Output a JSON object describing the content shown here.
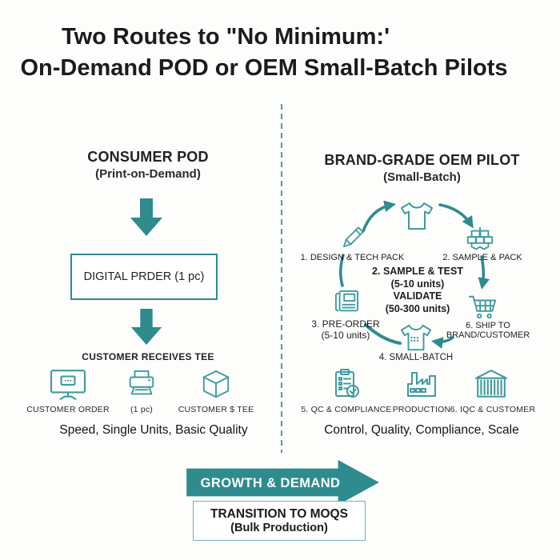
{
  "title": {
    "line1": "Two Routes to \"No Minimum:'",
    "line2": "On-Demand POD or OEM Small-Batch Pilots"
  },
  "left": {
    "header": "CONSUMER POD",
    "subheader": "(Print-on-Demand)",
    "order_box": "DIGITAL PRDER (1 pc)",
    "receives": "CUSTOMER RECEIVES TEE",
    "icons": [
      {
        "icon": "monitor",
        "label": "CUSTOMER ORDER"
      },
      {
        "icon": "printer",
        "label": "(1 pc)"
      },
      {
        "icon": "cube",
        "label": "CUSTOMER $ TEE"
      }
    ],
    "summary": "Speed, Single Units, Basic Quality"
  },
  "right": {
    "header": "BRAND-GRADE OEM PILOT",
    "subheader": "(Small-Batch)",
    "cycle": {
      "step1": "1. DESIGN & TECH PACK",
      "step2": "2. SAMPLE & PACK",
      "center_line1": "2. SAMPLE & TEST",
      "center_line2": "(5-10 units)",
      "center_line3": "VALIDATE",
      "center_line4": "(50-300 units)",
      "step3_line1": "3. PRE-ORDER",
      "step3_line2": "(5-10 units)",
      "step4": "4. SMALL-BATCH",
      "step6_line1": "6. SHIP TO",
      "step6_line2": "BRAND/CUSTOMER"
    },
    "icons": [
      {
        "icon": "clipboard-check",
        "label": "5. QC & COMPLIANCE"
      },
      {
        "icon": "factory",
        "label": "PRODUCTION"
      },
      {
        "icon": "warehouse",
        "label": "6. IQC & CUSTOMER"
      }
    ],
    "summary": "Control, Quality, Compliance, Scale"
  },
  "bottom": {
    "arrow_label": "GROWTH & DEMAND",
    "box_line1": "TRANSITION TO MOQS",
    "box_line2": "(Bulk Production)"
  },
  "colors": {
    "teal_arrow": "#2e8b8e",
    "teal_icon": "#3f9ba0",
    "divider": "#43a1a6",
    "text": "#1c1c1c"
  }
}
